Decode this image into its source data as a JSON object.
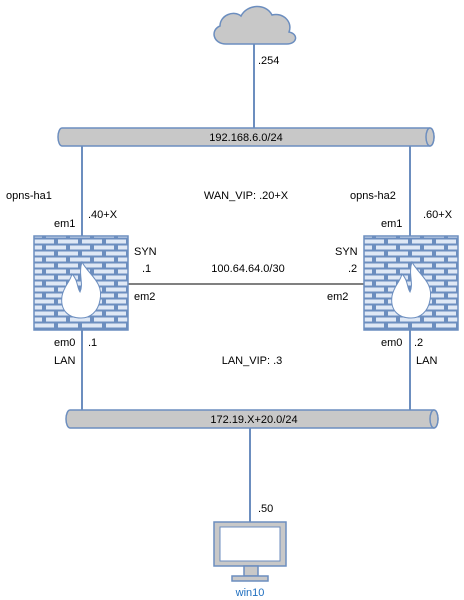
{
  "colors": {
    "link": "#6c8ebf",
    "bus_fill": "#c8c8c8",
    "cloud_fill": "#c8c8c8",
    "firewall_fill": "#6c8ebf",
    "flame_fill": "#ffffff",
    "text": "#000000",
    "caption": "#1f6fbf"
  },
  "icons": {
    "cloud": "cloud-icon",
    "firewall": "firewall-icon",
    "monitor": "monitor-icon"
  },
  "cloud": {
    "address": ".254"
  },
  "wan_bus": {
    "label": "192.168.6.0/24"
  },
  "lan_bus": {
    "label": "172.19.X+20.0/24"
  },
  "wan_vip": "WAN_VIP: .20+X",
  "lan_vip": "LAN_VIP: .3",
  "sync_link": {
    "label": "100.64.64.0/30"
  },
  "ha1": {
    "name": "opns-ha1",
    "wan_if": "em1",
    "wan_addr": ".40+X",
    "sync_label": "SYN",
    "sync_addr": ".1",
    "sync_if": "em2",
    "lan_if": "em0",
    "lan_addr": ".1",
    "lan_label": "LAN"
  },
  "ha2": {
    "name": "opns-ha2",
    "wan_if": "em1",
    "wan_addr": ".60+X",
    "sync_label": "SYN",
    "sync_addr": ".2",
    "sync_if": "em2",
    "lan_if": "em0",
    "lan_addr": ".2",
    "lan_label": "LAN"
  },
  "client": {
    "name": "win10",
    "address": ".50"
  }
}
